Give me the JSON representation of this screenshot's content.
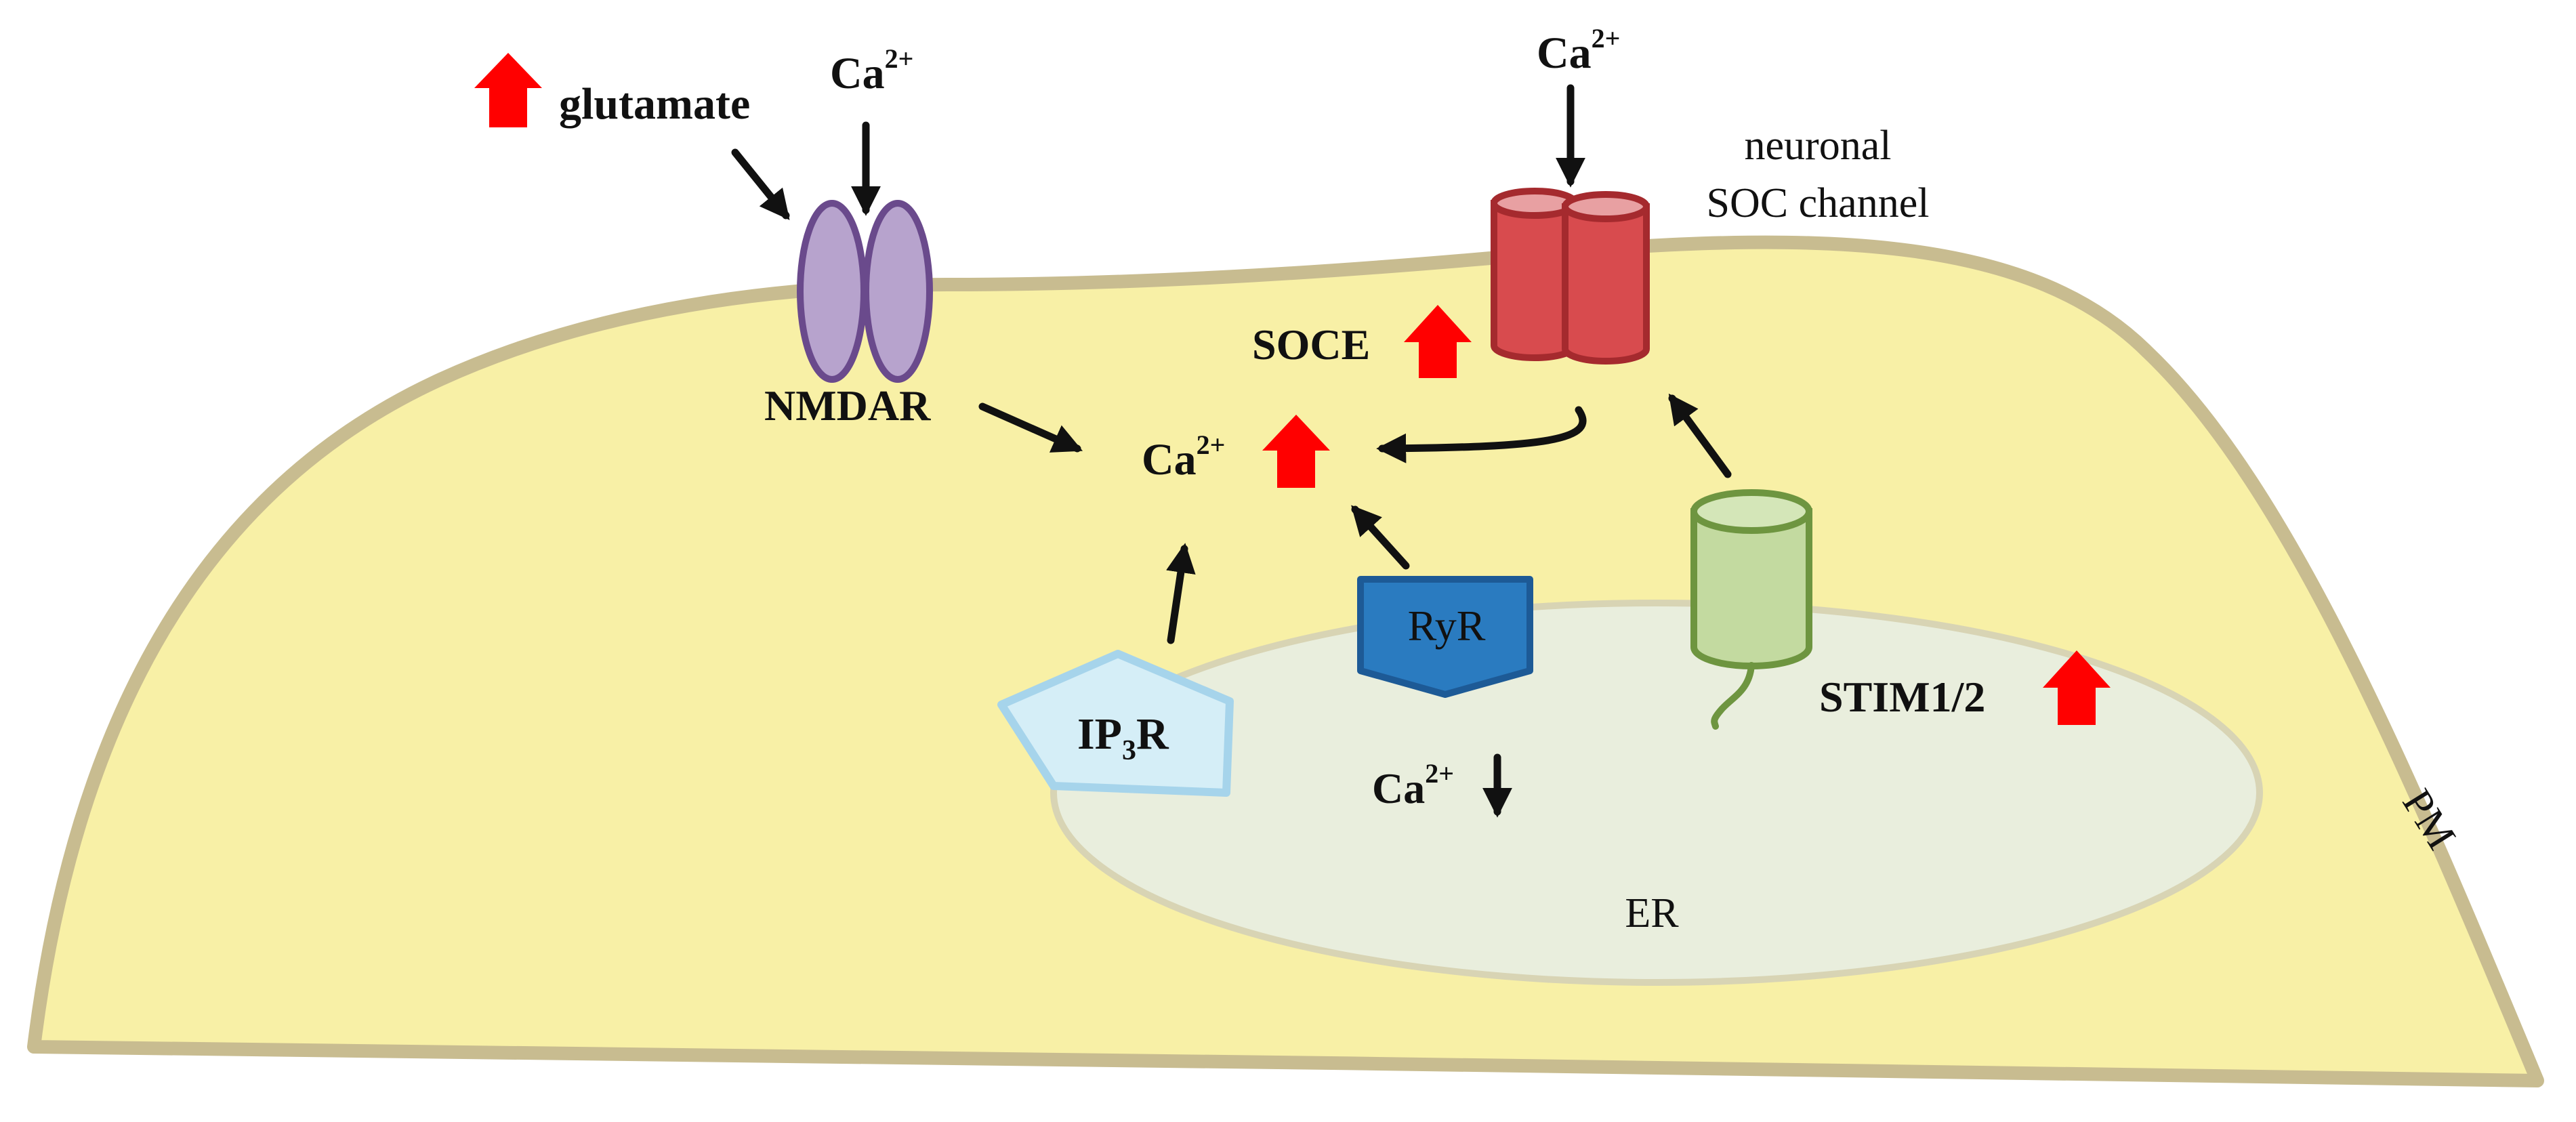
{
  "labels": {
    "glutamate": "glutamate",
    "ca_top_left": "Ca",
    "ca_top_left_sup": "2+",
    "ca_top_right": "Ca",
    "ca_top_right_sup": "2+",
    "soc_channel_line1": "neuronal",
    "soc_channel_line2": "SOC channel",
    "soce": "SOCE",
    "nmdar": "NMDAR",
    "ca_cytosol": "Ca",
    "ca_cytosol_sup": "2+",
    "ryr": "RyR",
    "ip3r_main": "IP",
    "ip3r_sub": "3",
    "ip3r_end": "R",
    "stim": "STIM1/2",
    "ca_er": "Ca",
    "ca_er_sup": "2+",
    "er": "ER",
    "pm": "PM"
  },
  "colors": {
    "cell_fill": "#F8F0A6",
    "cell_border": "#C8BC90",
    "er_fill": "#E9EEDD",
    "er_border": "#D8D4B4",
    "nmdar_fill": "#B7A3CD",
    "nmdar_border": "#6A4A8C",
    "soc_fill": "#D84B4E",
    "soc_border": "#A52A2E",
    "stim_fill": "#C3DAA0",
    "stim_border": "#6E9540",
    "ryr_fill": "#2A7BC0",
    "ryr_border": "#1D5A96",
    "ip3r_fill": "#D5EEF7",
    "ip3r_border": "#A6D4EB",
    "up_arrow": "#FF0000",
    "arrow": "#111111"
  }
}
